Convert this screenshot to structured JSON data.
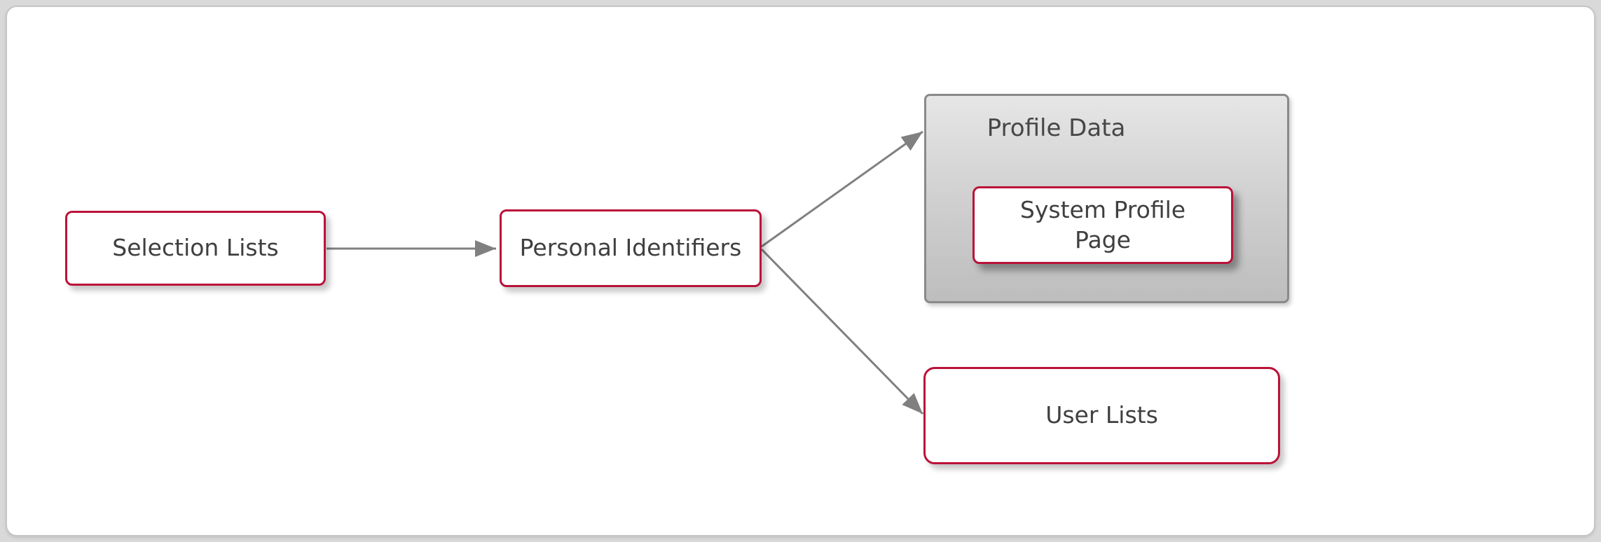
{
  "diagram": {
    "nodes": {
      "selection_lists": {
        "label": "Selection Lists"
      },
      "personal_identifiers": {
        "label": "Personal Identifiers"
      },
      "profile_data": {
        "label": "Profile Data"
      },
      "system_profile_page": {
        "label": "System Profile Page"
      },
      "user_lists": {
        "label": "User Lists"
      }
    },
    "edges": [
      {
        "from": "Selection Lists",
        "to": "Personal Identifiers",
        "style": "arrow"
      },
      {
        "from": "Personal Identifiers",
        "to": "Profile Data",
        "style": "arrow"
      },
      {
        "from": "Personal Identifiers",
        "to": "User Lists",
        "style": "arrow"
      }
    ],
    "colors": {
      "node_border": "#ba1239",
      "node_fill": "#ffffff",
      "node_text": "#3f3f3f",
      "container_border": "#8a8a8a",
      "container_fill_top": "#e6e6e6",
      "container_fill_bottom": "#bdbdbd",
      "edge": "#808080",
      "page_background": "#d9d9d9",
      "canvas_background": "#ffffff"
    }
  }
}
